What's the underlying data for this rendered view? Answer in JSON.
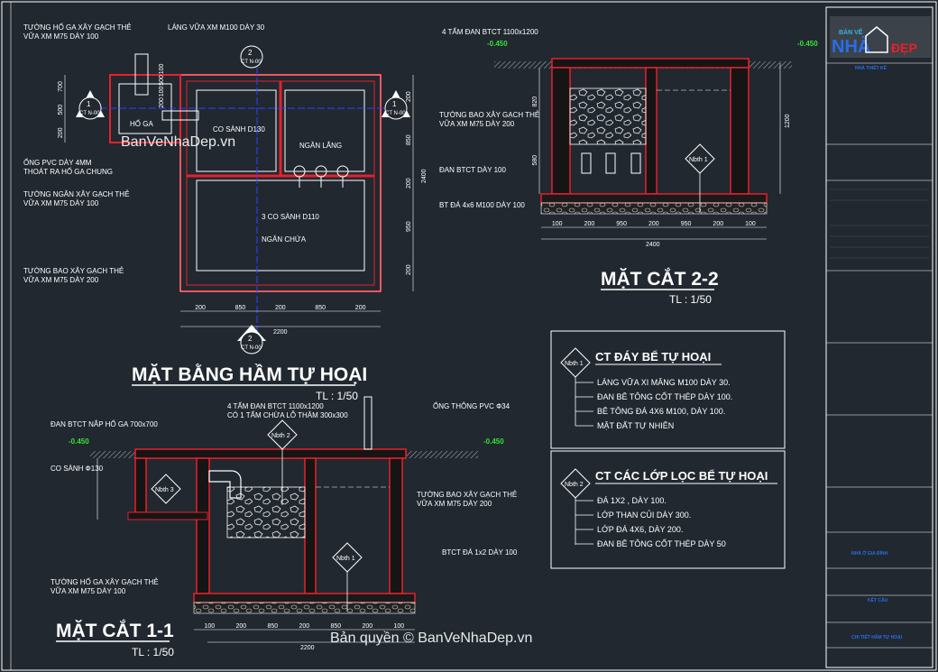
{
  "plan": {
    "title": "MẶT BẰNG HẦM TỰ HOẠI",
    "scale": "TL : 1/50",
    "labels": {
      "wall_hoga": [
        "TƯỜNG HỐ GA XÂY GẠCH THẺ",
        "VỮA XM M75 DÀY 100"
      ],
      "lang_vua": "LÁNG VỮA XM M100 DÀY 30",
      "hoga": "HỐ GA",
      "co_sanh_130": "CO SÀNH D130",
      "ngan_lang": "NGĂN LẮNG",
      "ong_pvc": [
        "ỐNG PVC DÀY 4MM",
        "THOÁT RA HỐ GA CHUNG"
      ],
      "wall_ngan": [
        "TƯỜNG NGĂN XÂY GẠCH THẺ",
        "VỮA XM M75 DÀY 100"
      ],
      "co_sanh_110": "3 CO SÀNH D110",
      "ngan_chua": "NGĂN CHỨA",
      "wall_bao": [
        "TƯỜNG BAO XÂY GẠCH THẺ",
        "VỮA XM M75 DÀY 200"
      ]
    },
    "section_mark_num": "1",
    "section_mark_num2": "2",
    "section_mark_ref": "CT N-00",
    "dims_bottom": [
      "200",
      "850",
      "200",
      "850",
      "200"
    ],
    "dim_total": "2200",
    "dims_right": [
      "200",
      "850",
      "200",
      "950",
      "200"
    ],
    "dim_right_total": "2400",
    "dims_left": [
      "700",
      "500",
      "200"
    ],
    "dims_top": [
      "100",
      "500",
      "100",
      "200"
    ]
  },
  "sec22": {
    "title": "MẶT CẮT 2-2",
    "scale": "TL : 1/50",
    "label_top": "4 TẤM ĐAN BTCT 1100x1200",
    "level_left": "-0.450",
    "level_right": "-0.450",
    "labels": {
      "wall": [
        "TƯỜNG BAO XÂY GẠCH THẺ",
        "VỮA XM M75 DÀY 200"
      ],
      "dan": "ĐAN BTCT DÀY 100",
      "da": "BT ĐÁ 4x6 M100 DÀY 100"
    },
    "marker": "Nbth 1",
    "dims_bottom": [
      "100",
      "200",
      "950",
      "200",
      "950",
      "200",
      "100"
    ],
    "dim_total": "2400",
    "dims_right": [
      "1200"
    ],
    "dims_left": [
      "820",
      "580"
    ]
  },
  "sec11": {
    "title": "MẶT CẮT 1-1",
    "scale": "TL : 1/50",
    "label_top": [
      "4 TẤM ĐAN BTCT 1100x1200",
      "CÓ 1 TẤM CHỪA LỖ THĂM 300x300"
    ],
    "label_ong": "ỐNG THÔNG PVC Ф34",
    "label_dan_hoga": "ĐAN BTCT NẮP HỐ GA 700x700",
    "level_left": "-0.450",
    "level_right": "-0.450",
    "labels": {
      "co_sanh": "CO SÀNH Ф130",
      "wall": [
        "TƯỜNG BAO XÂY GẠCH THẺ",
        "VỮA XM M75 DÀY 200"
      ],
      "btct": "BTCT ĐÁ 1x2 DÀY 100",
      "wall_hoga": [
        "TƯỜNG HỐ GA XÂY GẠCH THẺ",
        "VỮA XM M75 DÀY 100"
      ]
    },
    "markers": [
      "Nbth 3",
      "Nbth 2",
      "Nbth 1"
    ],
    "dims_bottom": [
      "100",
      "200",
      "850",
      "200",
      "850",
      "200",
      "100"
    ],
    "dim_total": "2200"
  },
  "ct1": {
    "badge": "Nbth 1",
    "title": "CT ĐÁY BỂ TỰ HOẠI",
    "items": [
      "LÁNG VỮA XI MĂNG M100 DÀY 30.",
      "ĐAN BÊ TÔNG CỐT THÉP DÀY 100.",
      "BÊ TÔNG ĐÁ 4X6 M100, DÀY 100.",
      "MẶT ĐẤT TỰ NHIÊN"
    ]
  },
  "ct2": {
    "badge": "Nbth 2",
    "title": "CT CÁC LỚP LỌC BỂ TỰ HOẠI",
    "items": [
      "ĐÁ 1X2 , DÀY 100.",
      "LỚP THAN CỦI DÀY 300.",
      "LỚP ĐÁ 4X6, DÀY 200.",
      "ĐAN BÊ TÔNG CỐT THÉP DÀY 50"
    ]
  },
  "titleblock": {
    "logo_top": "BẢN VẼ",
    "logo_nha": "NHÀ",
    "logo_dep": "ĐẸP",
    "company": "NHÀ THIẾT KẾ",
    "project_name": "NHÀ Ở GIA ĐÌNH",
    "drawing": "KẾT CẤU",
    "sheet": "CHI TIẾT HẦM TỰ HOẠI"
  },
  "watermark": {
    "left": "BanVeNhaDep.vn",
    "bottom": "Bản quyền © BanVeNhaDep.vn"
  },
  "colors": {
    "background": "#212830",
    "wall_red": "#e8202a",
    "line_white": "#ffffff",
    "axis_blue": "#3040ff",
    "level_green": "#34e134",
    "titleblock_blue": "#2a6de8",
    "ground_hatch": "#c8c8c8",
    "wall_fill": "#151515"
  }
}
